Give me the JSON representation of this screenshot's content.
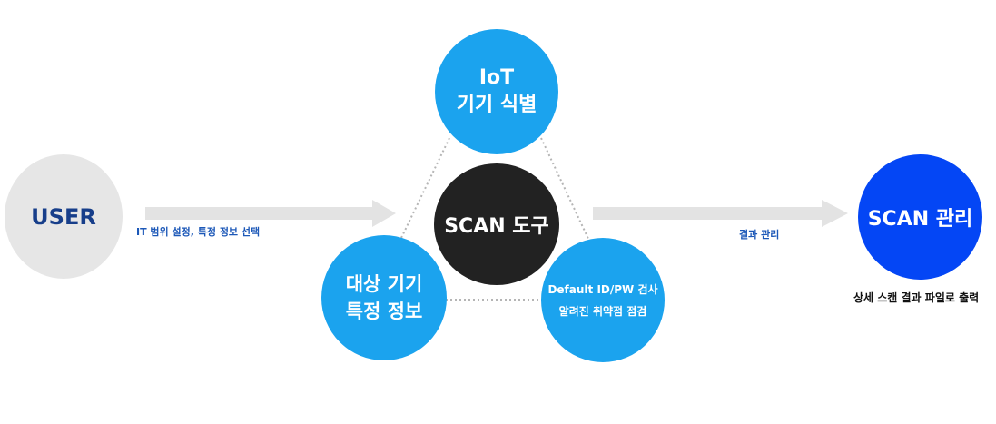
{
  "nodes": {
    "user": {
      "label": "USER"
    },
    "iot": {
      "line1": "IoT",
      "line2": "기기 식별"
    },
    "scan_tool": {
      "label": "SCAN 도구"
    },
    "target": {
      "line1": "대상 기기",
      "line2": "특정 정보"
    },
    "default_check": {
      "line1": "Default ID/PW 검사",
      "line2": "알려진 취약점 점검"
    },
    "scan_manage": {
      "label": "SCAN 관리"
    }
  },
  "edges": {
    "user_to_tool": {
      "label": "IT 범위 설정, 특정 정보 선택"
    },
    "tool_to_manage": {
      "label": "결과 관리"
    }
  },
  "notes": {
    "output": "상세 스캔 결과 파일로 출력"
  },
  "colors": {
    "light_blue": "#1ba3ee",
    "dark": "#222222",
    "gray": "#e6e6e6",
    "deep_blue": "#0446f5",
    "navy_text": "#173e8a",
    "arrow": "#e3e3e3"
  }
}
